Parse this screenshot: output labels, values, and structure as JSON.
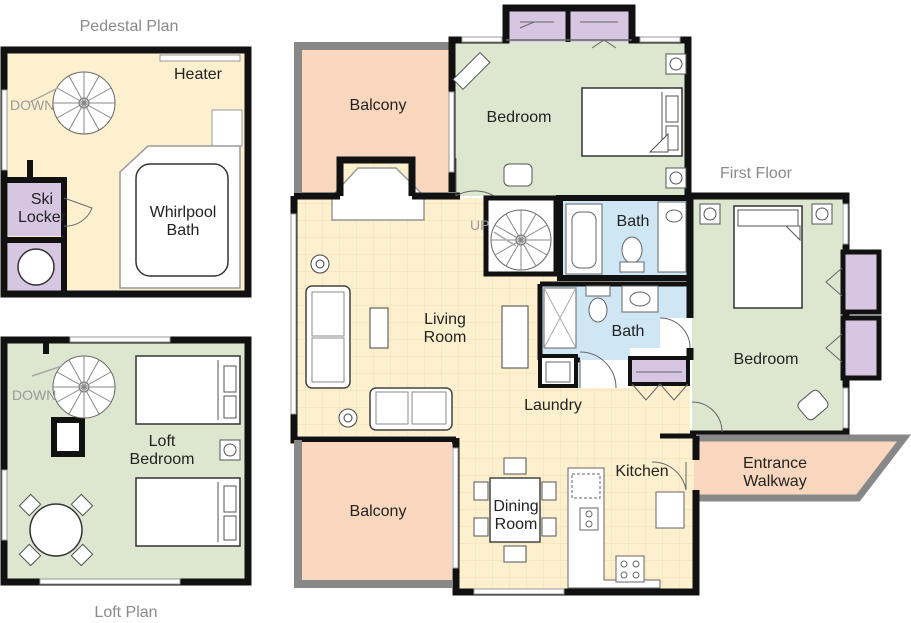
{
  "plan_titles": {
    "pedestal": "Pedestal Plan",
    "loft": "Loft Plan",
    "first_floor": "First Floor"
  },
  "rooms": {
    "heater": "Heater",
    "ski_locker_1": "Ski",
    "ski_locker_2": "Locker",
    "whirlpool_1": "Whirlpool",
    "whirlpool_2": "Bath",
    "pedestal_down": "DOWN",
    "loft_down": "DOWN",
    "loft_bedroom_1": "Loft",
    "loft_bedroom_2": "Bedroom",
    "balcony_top": "Balcony",
    "bedroom_top": "Bedroom",
    "up": "UP",
    "bath_upper": "Bath",
    "living_1": "Living",
    "living_2": "Room",
    "bath_lower": "Bath",
    "bedroom_right": "Bedroom",
    "laundry": "Laundry",
    "kitchen": "Kitchen",
    "dining_1": "Dining",
    "dining_2": "Room",
    "balcony_bottom": "Balcony",
    "entrance_1": "Entrance",
    "entrance_2": "Walkway"
  },
  "colors": {
    "wall": "#111111",
    "living": "#fdf0cf",
    "bedroom": "#dde6cf",
    "balcony": "#f9d7be",
    "bath": "#cfe6f5",
    "closet": "#d7c6e2",
    "exterior": "#888888"
  }
}
